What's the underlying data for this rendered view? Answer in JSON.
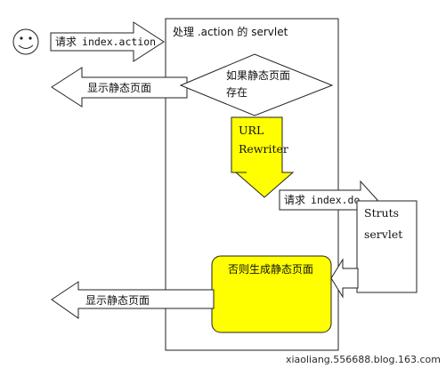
{
  "diagram": {
    "servlet_box_title": "处理 .action 的 servlet",
    "request_action": {
      "prefix": "请求",
      "code": "index.action"
    },
    "display_static_top": "显示静态页面",
    "decision_static_exists": {
      "line1": "如果静态页面",
      "line2": "存在"
    },
    "url_rewriter": {
      "line1": "URL",
      "line2": "Rewriter"
    },
    "request_do": {
      "prefix": "请求",
      "code": "index.do"
    },
    "struts_servlet": {
      "line1": "Struts",
      "line2": "servlet"
    },
    "generate_static": "否则生成静态页面",
    "display_static_bottom": "显示静态页面",
    "watermark": "xiaoliang.556688.blog.163.com"
  },
  "colors": {
    "line": "#222222",
    "highlight_fill": "#ffff00",
    "background": "#ffffff"
  }
}
